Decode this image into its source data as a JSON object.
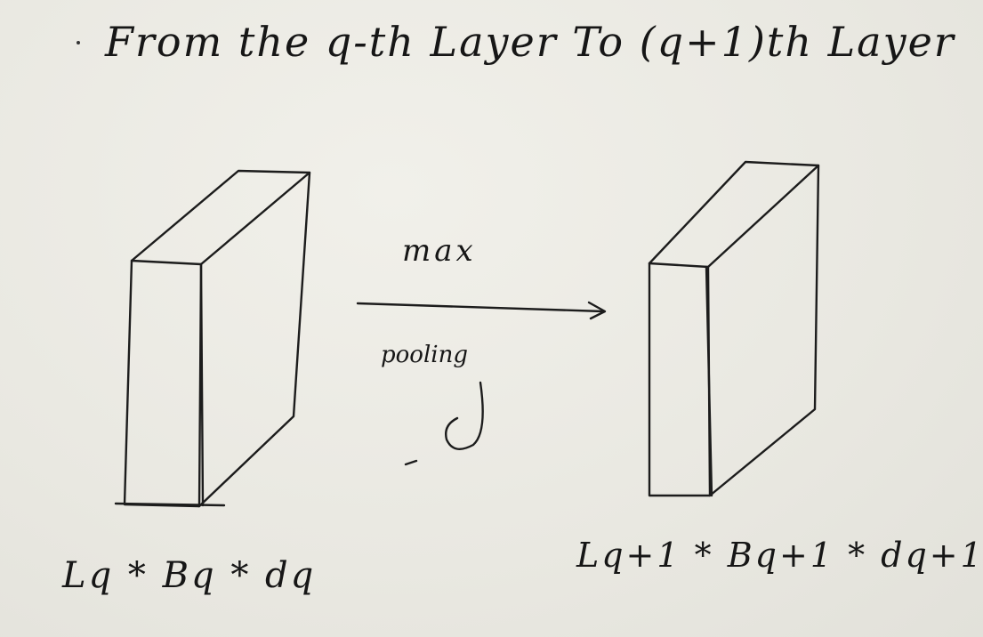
{
  "title": "From the q-th Layer To (q+1)th Layer",
  "operation": {
    "top_label": "max",
    "bottom_label": "pooling"
  },
  "input_block": {
    "dimension_label": "Lq * Bq * dq"
  },
  "output_block": {
    "dimension_label": "Lq+1 * Bq+1 * dq+1"
  }
}
